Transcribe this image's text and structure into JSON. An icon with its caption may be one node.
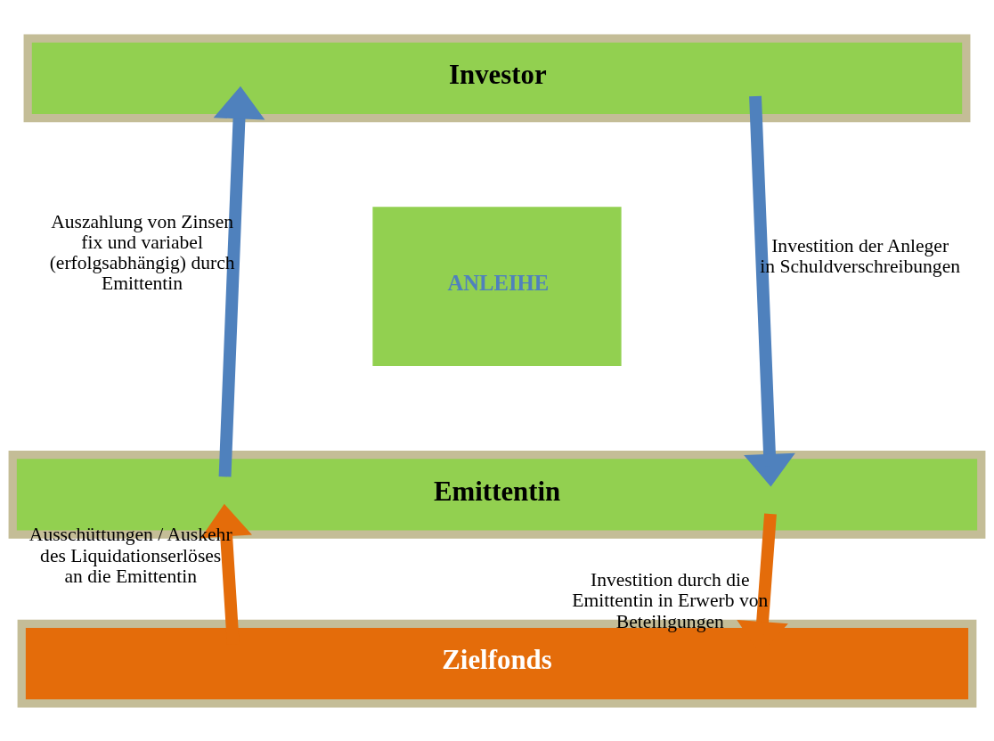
{
  "diagram": {
    "nodes": [
      {
        "text": [
          "Investor"
        ]
      },
      {
        "text": [
          "ANLEIHE"
        ]
      },
      {
        "text": [
          "Emittentin"
        ]
      },
      {
        "text": [
          "Zielfonds"
        ]
      }
    ],
    "edges": [
      {
        "from": 2,
        "to": 0,
        "arrow": "to",
        "label": "Auszahlung von Zinsen fix und variabel (erfolgsabhängig) durch Emittentin",
        "color": "#4f81bd"
      },
      {
        "from": 0,
        "to": 2,
        "arrow": "to",
        "label": "Investition der Anleger in Schuldverschreibungen",
        "color": "#4f81bd"
      },
      {
        "from": 3,
        "to": 2,
        "arrow": "to",
        "label": "Ausschüttungen / Auskehr des Liquidationserlöses an die Emittentin",
        "color": "#e46c0a"
      },
      {
        "from": 2,
        "to": 3,
        "arrow": "to",
        "label": "Investition durch die Emittentin in Erwerb von Beteiligungen",
        "color": "#e46c0a"
      }
    ]
  }
}
